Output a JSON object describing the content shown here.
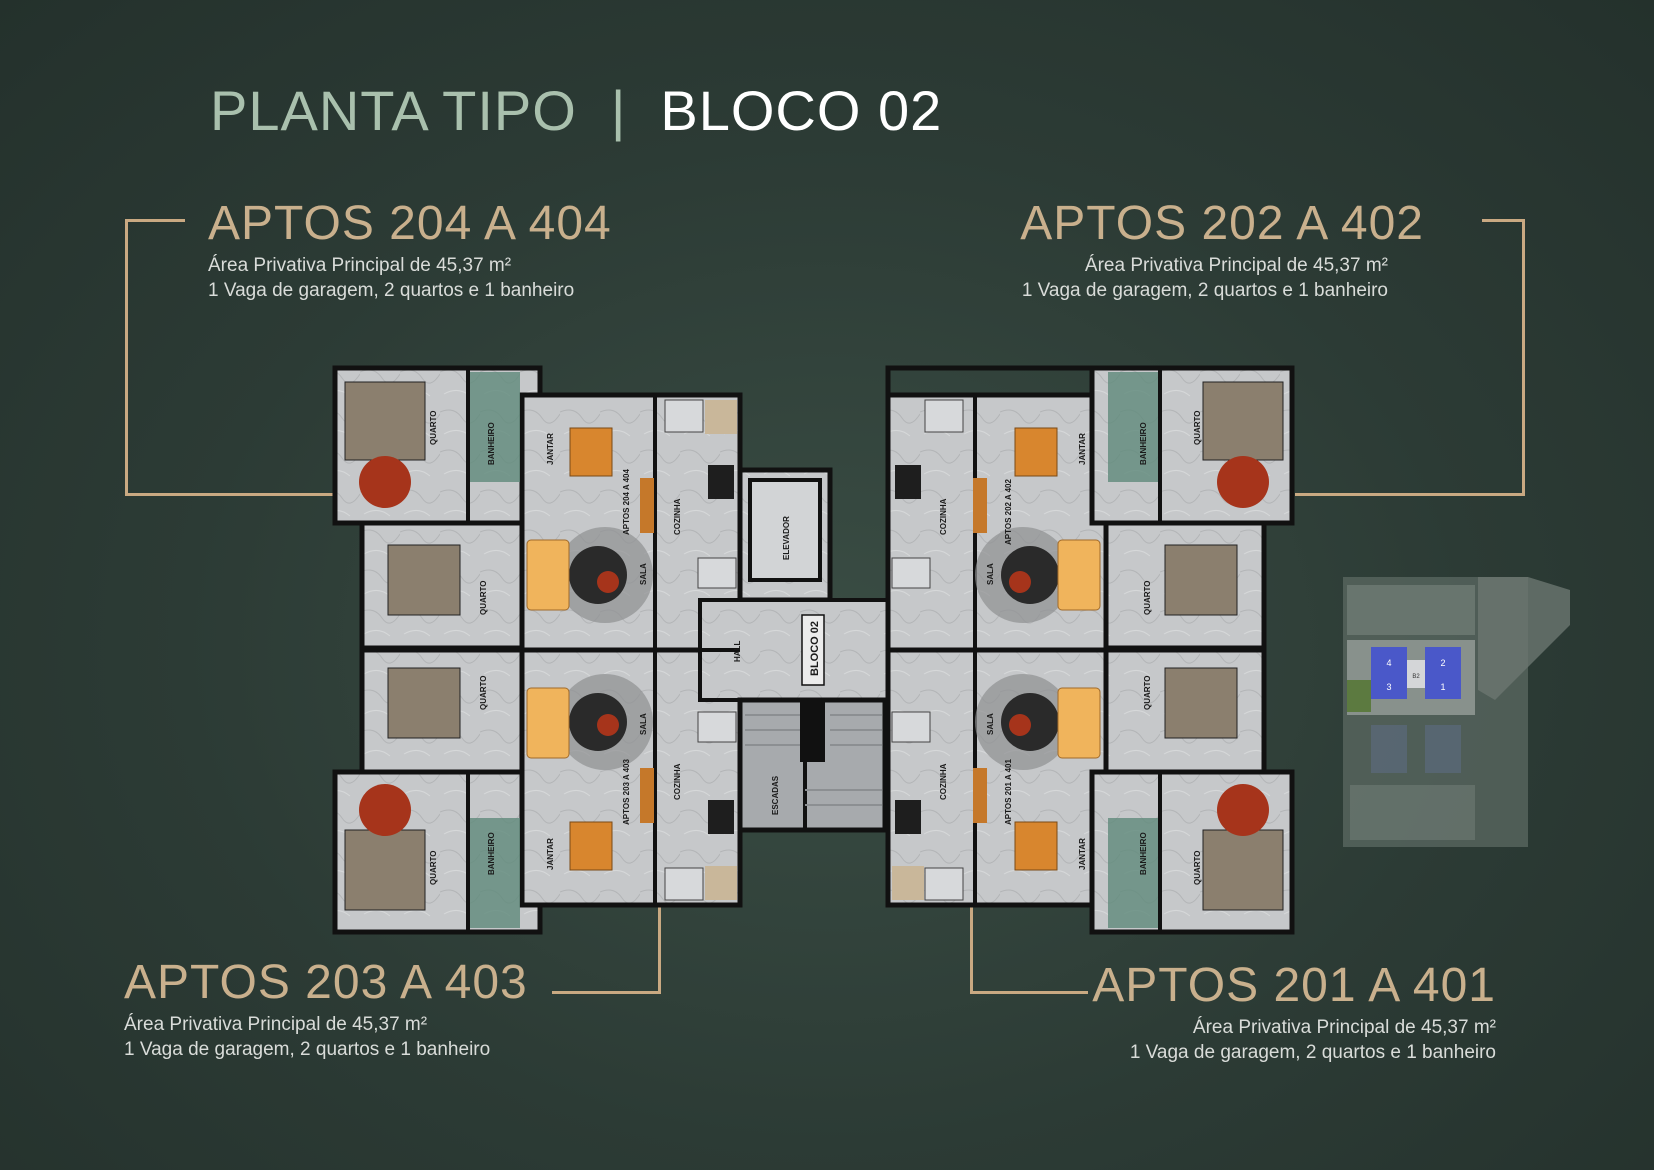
{
  "title": {
    "left": "PLANTA TIPO",
    "separator": "|",
    "right": "BLOCO 02"
  },
  "units": [
    {
      "id": "tl",
      "heading": "APTOS 204 A 404",
      "area": "Área Privativa Principal de 45,37 m²",
      "features": "1 Vaga de garagem, 2 quartos e 1 banheiro"
    },
    {
      "id": "tr",
      "heading": "APTOS 202 A 402",
      "area": "Área Privativa Principal de 45,37 m²",
      "features": "1 Vaga de garagem, 2 quartos e 1 banheiro"
    },
    {
      "id": "bl",
      "heading": "APTOS 203 A 403",
      "area": "Área Privativa Principal de 45,37 m²",
      "features": "1 Vaga de garagem, 2 quartos e 1 banheiro"
    },
    {
      "id": "br",
      "heading": "APTOS 201 A 401",
      "area": "Área Privativa Principal de 45,37 m²",
      "features": "1 Vaga de garagem, 2 quartos e 1 banheiro"
    }
  ],
  "room_labels": {
    "quarto": "QUARTO",
    "banheiro": "BANHEIRO",
    "jantar": "JANTAR",
    "cozinha": "COZINHA",
    "sala": "SALA",
    "elevador": "ELEVADOR",
    "hall": "HALL",
    "escadas": "ESCADAS",
    "bloco": "BLOCO 02",
    "apt_tl": "APTOS 204 A 404",
    "apt_tr": "APTOS 202 A 402",
    "apt_bl": "APTOS 203 A 403",
    "apt_br": "APTOS 201 A 401"
  },
  "key_map": {
    "numbers": [
      "4",
      "2",
      "3",
      "1"
    ],
    "block": "B2"
  },
  "colors": {
    "background": "#2c3b35",
    "accent": "#c9a982",
    "floor": "#c9cbcc",
    "wall": "#111111",
    "highlight": "#4a58c9"
  }
}
